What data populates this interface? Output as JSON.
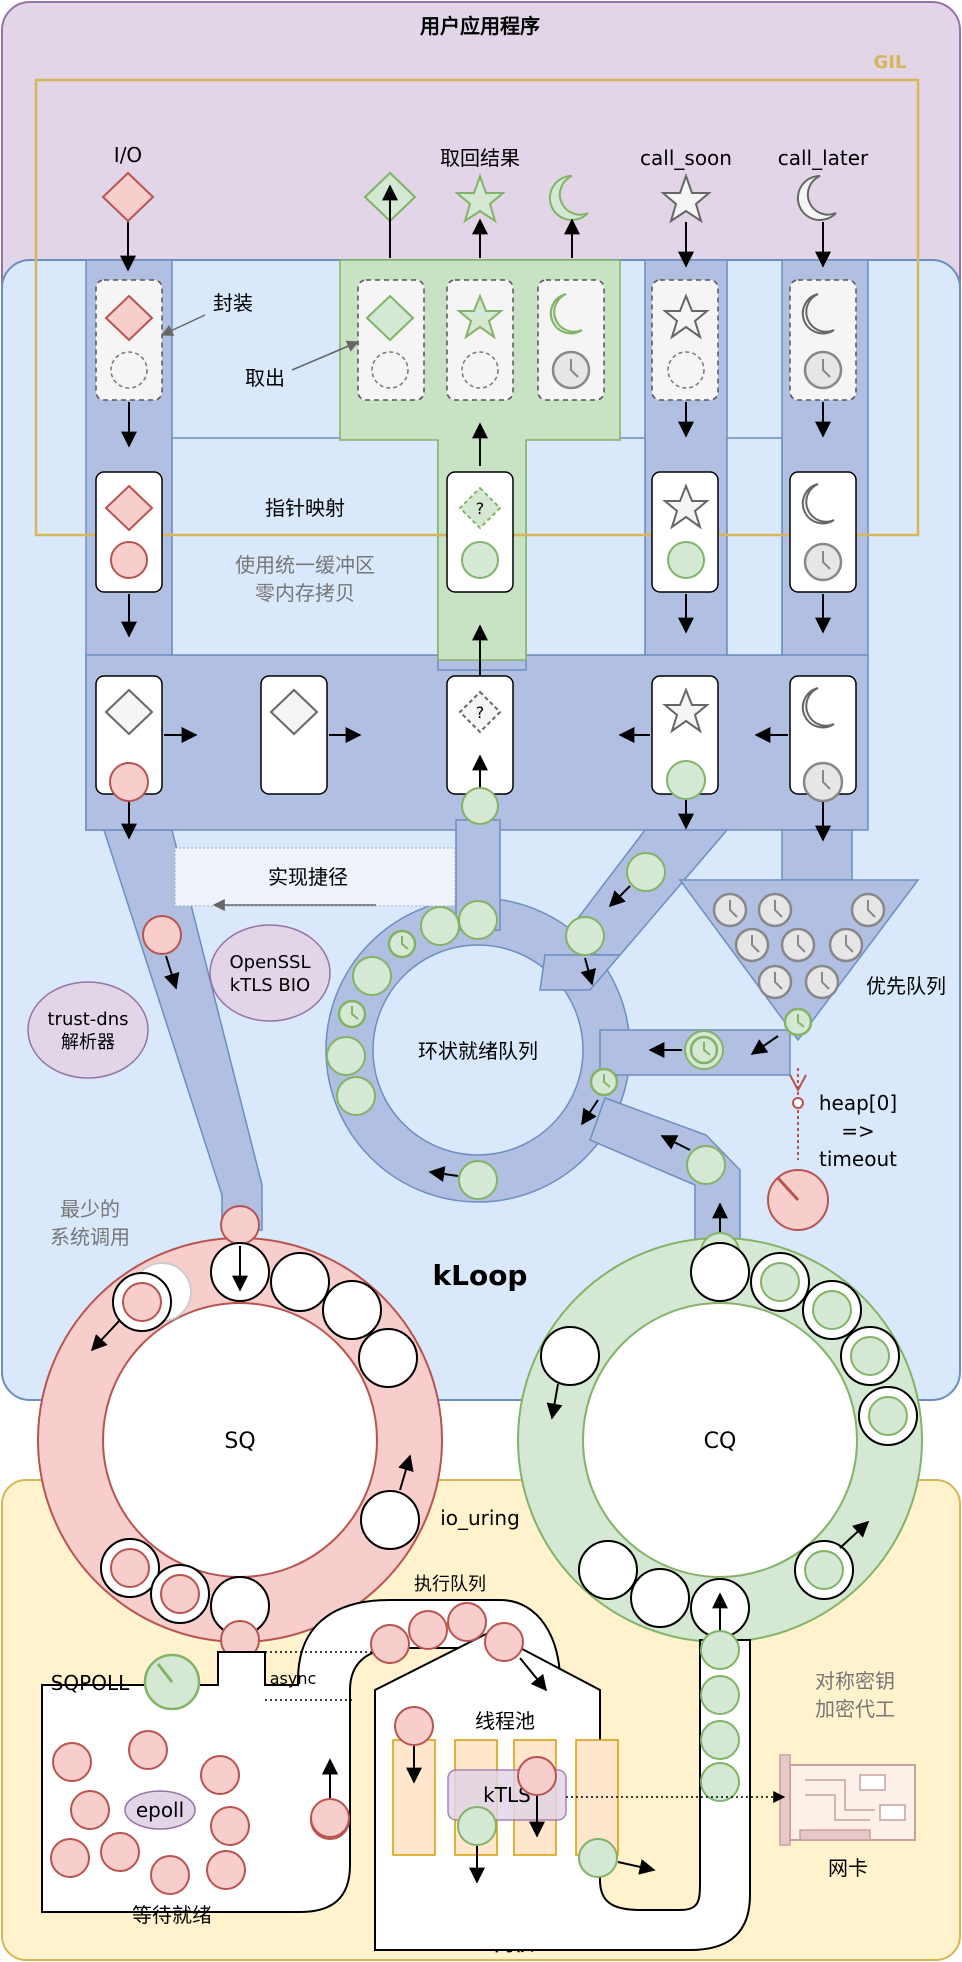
{
  "regions": {
    "user_app": "用户应用程序",
    "gil": "GIL",
    "kloop": "kLoop",
    "kernel": "Linux 内核"
  },
  "labels": {
    "io": "I/O",
    "fetch_result": "取回结果",
    "call_soon": "call_soon",
    "call_later": "call_later",
    "wrap": "封装",
    "take_out": "取出",
    "pointer_map": "指针映射",
    "unified_buffer_1": "使用统一缓冲区",
    "unified_buffer_2": "零内存拷贝",
    "shortcut": "实现捷径",
    "openssl_1": "OpenSSL",
    "openssl_2": "kTLS BIO",
    "trustdns_1": "trust-dns",
    "trustdns_2": "解析器",
    "ring_ready": "环状就绪队列",
    "priority_queue": "优先队列",
    "heap_1": "heap[0]",
    "heap_2": "=>",
    "heap_3": "timeout",
    "min_syscall_1": "最少的",
    "min_syscall_2": "系统调用",
    "sq": "SQ",
    "cq": "CQ",
    "io_uring": "io_uring",
    "exec_queue": "执行队列",
    "async": "async",
    "sqpoll": "SQPOLL",
    "thread_pool": "线程池",
    "ktls": "kTLS",
    "epoll": "epoll",
    "wait_ready": "等待就绪",
    "symmetric_1": "对称密钥",
    "symmetric_2": "加密代工",
    "nic": "网卡",
    "question": "?"
  },
  "colors": {
    "user_bg": "#e1d5e7",
    "user_border": "#9673a6",
    "gil": "#d6b656",
    "kloop_bg": "#dae8fc",
    "kloop_border": "#6c8ebf",
    "pipe": "#b1c0e2",
    "kernel_bg": "#fff2cc",
    "kernel_border": "#d6b656",
    "red_fill": "#f8cecc",
    "red_stroke": "#b85450",
    "green_fill": "#d5e8d4",
    "green_stroke": "#82b366",
    "green_region": "#c7e3c3",
    "gray_fill": "#e6e6e6",
    "gray_stroke": "#777777",
    "purple_fill": "#e1d5e7",
    "orange_fill": "#ffe6cc",
    "orange_stroke": "#d79b00"
  }
}
